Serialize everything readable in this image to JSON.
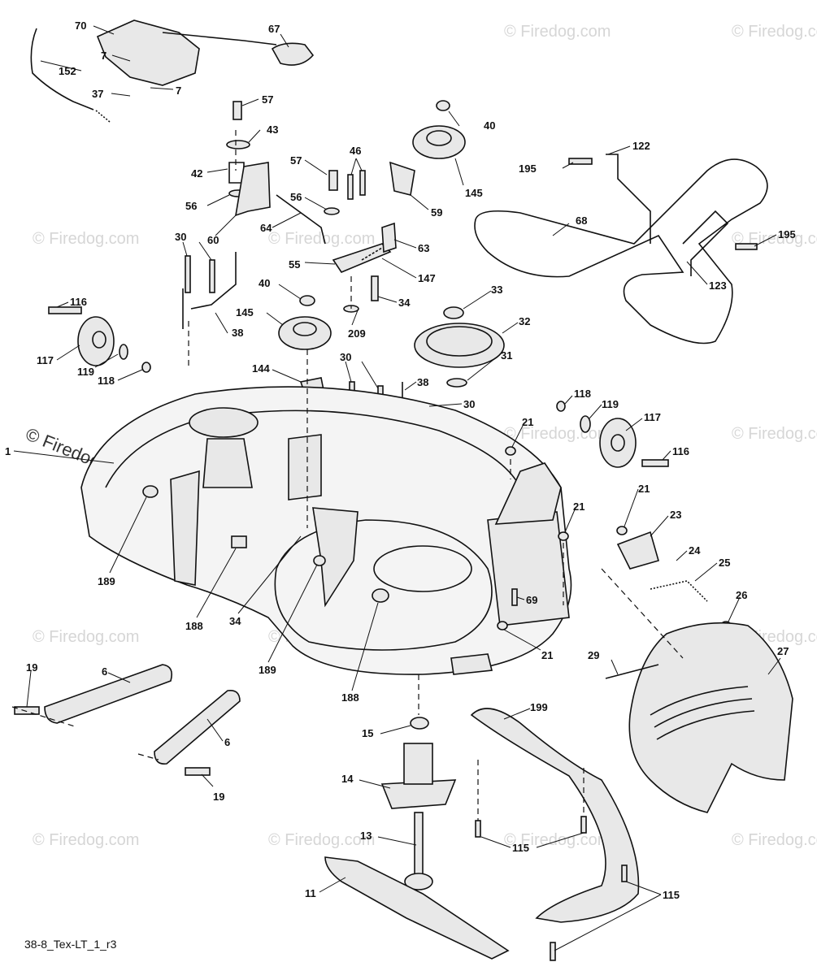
{
  "watermark": {
    "text": "© Firedog.com"
  },
  "reference_code": "38-8_Tex-LT_1_r3",
  "callouts": [
    {
      "id": "c70",
      "text": "70"
    },
    {
      "id": "c67",
      "text": "67"
    },
    {
      "id": "c7a",
      "text": "7"
    },
    {
      "id": "c152",
      "text": "152"
    },
    {
      "id": "c37",
      "text": "37"
    },
    {
      "id": "c7b",
      "text": "7"
    },
    {
      "id": "c57a",
      "text": "57"
    },
    {
      "id": "c43",
      "text": "43"
    },
    {
      "id": "c42",
      "text": "42"
    },
    {
      "id": "c56a",
      "text": "56"
    },
    {
      "id": "c60",
      "text": "60"
    },
    {
      "id": "c57b",
      "text": "57"
    },
    {
      "id": "c46",
      "text": "46"
    },
    {
      "id": "c56b",
      "text": "56"
    },
    {
      "id": "c64",
      "text": "64"
    },
    {
      "id": "c40a",
      "text": "40"
    },
    {
      "id": "c145a",
      "text": "145"
    },
    {
      "id": "c59",
      "text": "59"
    },
    {
      "id": "c63",
      "text": "63"
    },
    {
      "id": "c55",
      "text": "55"
    },
    {
      "id": "c147",
      "text": "147"
    },
    {
      "id": "c34a",
      "text": "34"
    },
    {
      "id": "c122",
      "text": "122"
    },
    {
      "id": "c195a",
      "text": "195"
    },
    {
      "id": "c68",
      "text": "68"
    },
    {
      "id": "c195b",
      "text": "195"
    },
    {
      "id": "c123",
      "text": "123"
    },
    {
      "id": "c30a",
      "text": "30"
    },
    {
      "id": "c116a",
      "text": "116"
    },
    {
      "id": "c38a",
      "text": "38"
    },
    {
      "id": "c40b",
      "text": "40"
    },
    {
      "id": "c145b",
      "text": "145"
    },
    {
      "id": "c209",
      "text": "209"
    },
    {
      "id": "c33",
      "text": "33"
    },
    {
      "id": "c32",
      "text": "32"
    },
    {
      "id": "c31",
      "text": "31"
    },
    {
      "id": "c117a",
      "text": "117"
    },
    {
      "id": "c119a",
      "text": "119"
    },
    {
      "id": "c118a",
      "text": "118"
    },
    {
      "id": "c144",
      "text": "144"
    },
    {
      "id": "c30b",
      "text": "30"
    },
    {
      "id": "c38b",
      "text": "38"
    },
    {
      "id": "c30c",
      "text": "30"
    },
    {
      "id": "c118b",
      "text": "118"
    },
    {
      "id": "c119b",
      "text": "119"
    },
    {
      "id": "c117b",
      "text": "117"
    },
    {
      "id": "c116b",
      "text": "116"
    },
    {
      "id": "c1",
      "text": "1"
    },
    {
      "id": "c21a",
      "text": "21"
    },
    {
      "id": "c21b",
      "text": "21"
    },
    {
      "id": "c21c",
      "text": "21"
    },
    {
      "id": "c23",
      "text": "23"
    },
    {
      "id": "c24",
      "text": "24"
    },
    {
      "id": "c25",
      "text": "25"
    },
    {
      "id": "c69",
      "text": "69"
    },
    {
      "id": "c26",
      "text": "26"
    },
    {
      "id": "c189a",
      "text": "189"
    },
    {
      "id": "c188a",
      "text": "188"
    },
    {
      "id": "c34b",
      "text": "34"
    },
    {
      "id": "c189b",
      "text": "189"
    },
    {
      "id": "c188b",
      "text": "188"
    },
    {
      "id": "c21d",
      "text": "21"
    },
    {
      "id": "c29",
      "text": "29"
    },
    {
      "id": "c27",
      "text": "27"
    },
    {
      "id": "c19a",
      "text": "19"
    },
    {
      "id": "c6a",
      "text": "6"
    },
    {
      "id": "c6b",
      "text": "6"
    },
    {
      "id": "c19b",
      "text": "19"
    },
    {
      "id": "c15",
      "text": "15"
    },
    {
      "id": "c199",
      "text": "199"
    },
    {
      "id": "c14",
      "text": "14"
    },
    {
      "id": "c13",
      "text": "13"
    },
    {
      "id": "c115a",
      "text": "115"
    },
    {
      "id": "c11",
      "text": "11"
    },
    {
      "id": "c115b",
      "text": "115"
    }
  ]
}
